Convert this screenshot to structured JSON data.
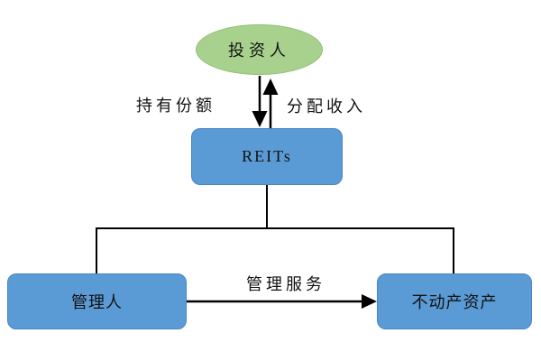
{
  "diagram": {
    "type": "flowchart",
    "nodes": {
      "investor": {
        "label": "投资人",
        "shape": "ellipse",
        "fill": "#a9d18e",
        "border": "#8ebf70"
      },
      "reits": {
        "label": "REITs",
        "shape": "rounded-rect",
        "fill": "#5b9bd5",
        "border": "#4a84c4"
      },
      "manager": {
        "label": "管理人",
        "shape": "rounded-rect",
        "fill": "#5b9bd5",
        "border": "#4a84c4"
      },
      "property": {
        "label": "不动产资产",
        "shape": "rounded-rect",
        "fill": "#5b9bd5",
        "border": "#4a84c4"
      }
    },
    "edges": {
      "hold_shares": {
        "label": "持有份额",
        "from": "investor",
        "to": "reits",
        "style": "arrow-down"
      },
      "distribute_income": {
        "label": "分配收入",
        "from": "reits",
        "to": "investor",
        "style": "arrow-up"
      },
      "management_service": {
        "label": "管理服务",
        "from": "manager",
        "to": "property",
        "style": "arrow-right"
      },
      "reits_tree": {
        "label": "",
        "from": "reits",
        "to": "manager, property",
        "style": "elbow-lines"
      }
    },
    "colors": {
      "background": "#ffffff",
      "line": "#000000",
      "text": "#111111"
    }
  }
}
